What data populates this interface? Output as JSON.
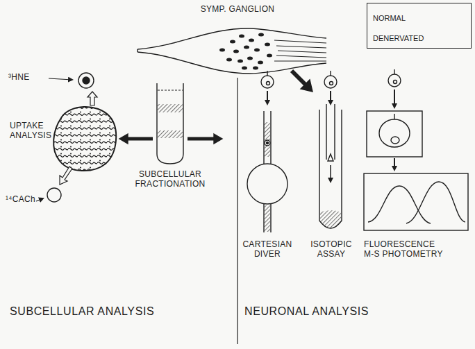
{
  "diagram": {
    "nodes": [
      {
        "text": [
          "NORMAL",
          "DENERVATED"
        ]
      }
    ],
    "labels": [
      "SYMP. GANGLION",
      "³HNE",
      "UPTAKE ANALYSIS",
      "¹⁴CACh",
      "SUBCELLULAR FRACTIONATION",
      "CARTESIAN DIVER",
      "ISOTOPIC ASSAY",
      "FLUORESCENCE M-S PHOTOMETRY",
      "SUBCELLULAR ANALYSIS",
      "NEURONAL ANALYSIS"
    ]
  }
}
